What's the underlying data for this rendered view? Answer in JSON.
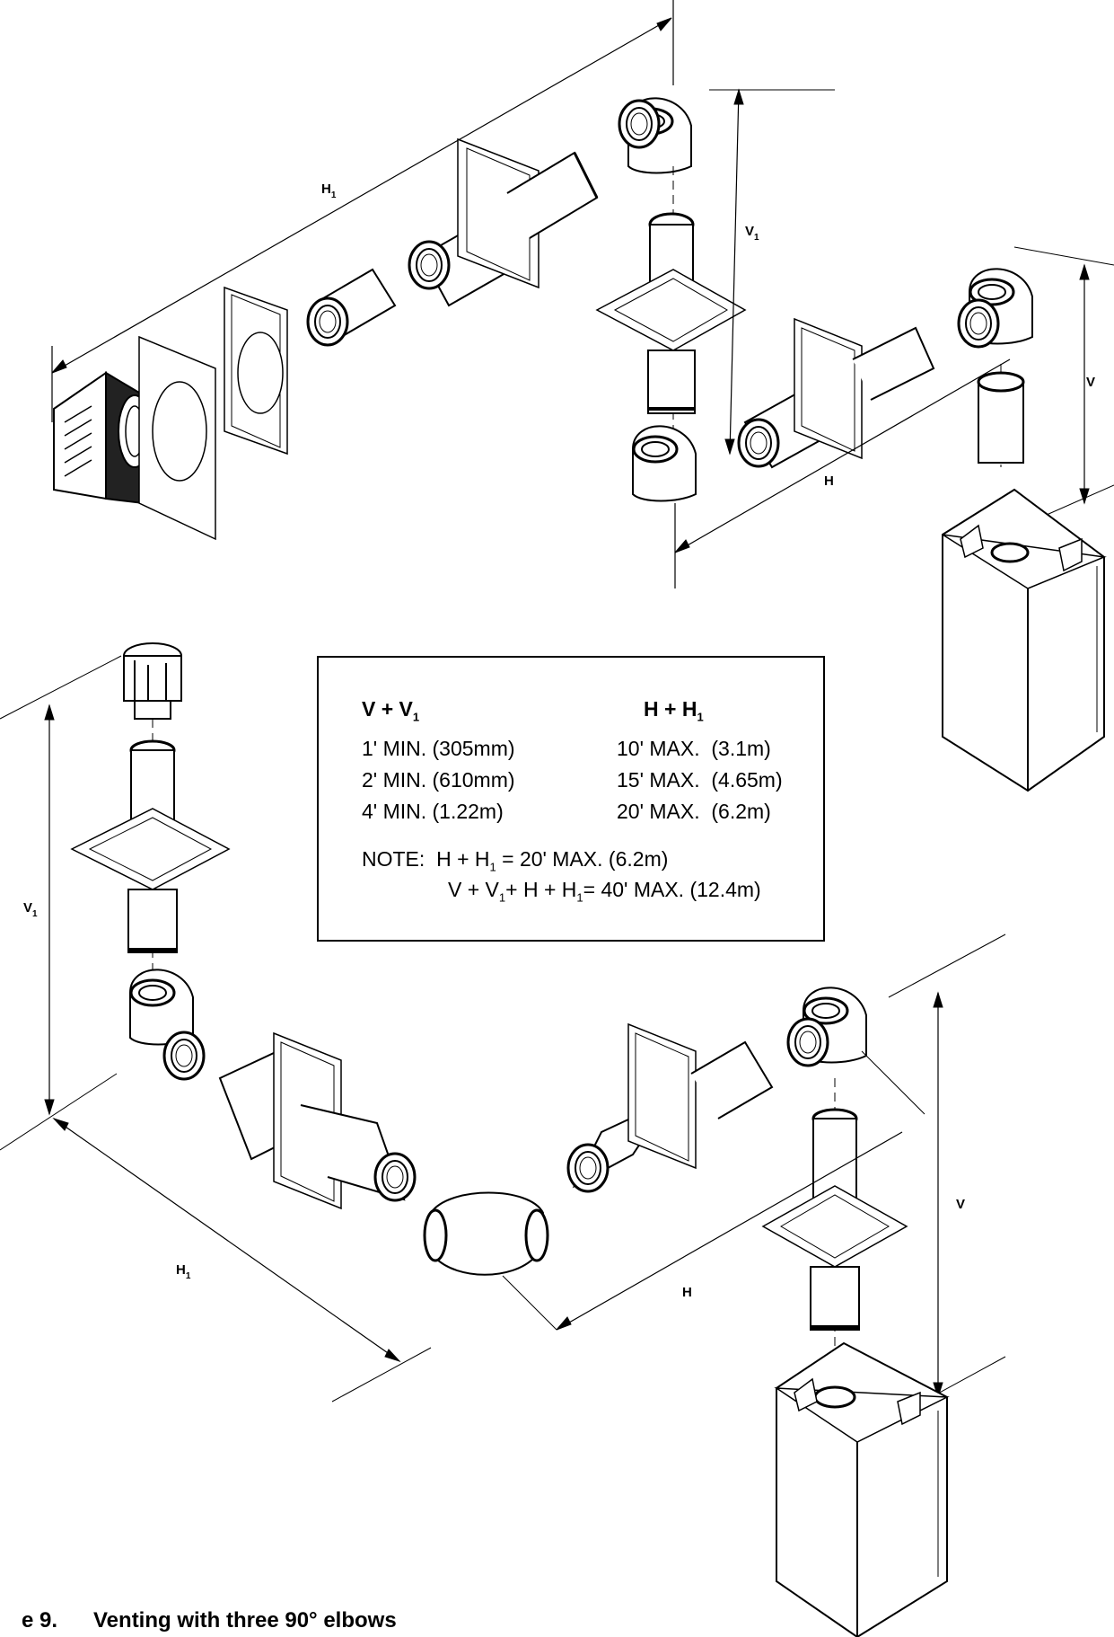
{
  "dimension_labels": {
    "h1_top": "H1",
    "v1_top": "V1",
    "v_top": "V",
    "h_top": "H",
    "v1_bottom": "V1",
    "h1_bottom": "H1",
    "h_bottom": "H",
    "v_bottom": "V"
  },
  "spec_table": {
    "left_header": "V + V",
    "left_header_sub": "1",
    "right_header": "H + H",
    "right_header_sub": "1",
    "rows": [
      {
        "v": "1' MIN. (305mm)",
        "h": "10' MAX.  (3.1m)"
      },
      {
        "v": "2' MIN. (610mm)",
        "h": "15' MAX.  (4.65m)"
      },
      {
        "v": "4' MIN. (1.22m)",
        "h": "20' MAX.  (6.2m)"
      }
    ],
    "note_label": "NOTE:",
    "note_line1_a": "H + H",
    "note_line1_sub": "1",
    "note_line1_b": " = 20' MAX. (6.2m)",
    "note_line2_a": "V + V",
    "note_line2_sub1": "1",
    "note_line2_b": "+ H + H",
    "note_line2_sub2": "1",
    "note_line2_c": "= 40' MAX. (12.4m)"
  },
  "caption": {
    "number": "e 9.",
    "text": "Venting with three 90° elbows"
  }
}
